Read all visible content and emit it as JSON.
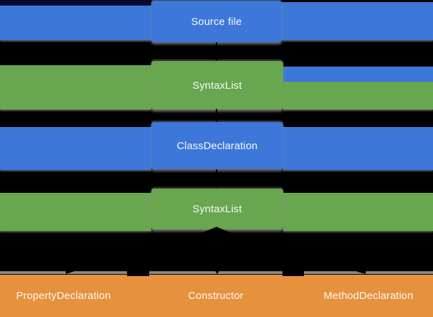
{
  "diagram": {
    "title": "syntax-tree-diagram",
    "background_color": "#000000",
    "topbar_color": "#070933",
    "text_color": "#fafafa",
    "shadow_color": "#989898",
    "colors": {
      "blue": "#3c77d9",
      "green": "#68a64f",
      "orange": "#e6913c"
    },
    "nodes": [
      {
        "id": "source-file",
        "label": "Source file",
        "color": "#3c77d9",
        "row": 1
      },
      {
        "id": "syntax-list-1",
        "label": "SyntaxList",
        "color": "#68a64f",
        "row": 2
      },
      {
        "id": "class-declaration",
        "label": "ClassDeclaration",
        "color": "#3c77d9",
        "row": 3
      },
      {
        "id": "syntax-list-2",
        "label": "SyntaxList",
        "color": "#68a64f",
        "row": 4
      },
      {
        "id": "property-declaration",
        "label": "PropertyDeclaration",
        "color": "#e6913c",
        "row": 5
      },
      {
        "id": "constructor",
        "label": "Constructor",
        "color": "#e6913c",
        "row": 5
      },
      {
        "id": "method-declaration",
        "label": "MethodDeclaration",
        "color": "#e6913c",
        "row": 5
      }
    ],
    "edges": [
      {
        "from": "source-file",
        "to": "syntax-list-1"
      },
      {
        "from": "syntax-list-1",
        "to": "class-declaration"
      },
      {
        "from": "class-declaration",
        "to": "syntax-list-2"
      },
      {
        "from": "syntax-list-2",
        "to": "property-declaration"
      },
      {
        "from": "syntax-list-2",
        "to": "constructor"
      },
      {
        "from": "syntax-list-2",
        "to": "method-declaration"
      }
    ]
  }
}
